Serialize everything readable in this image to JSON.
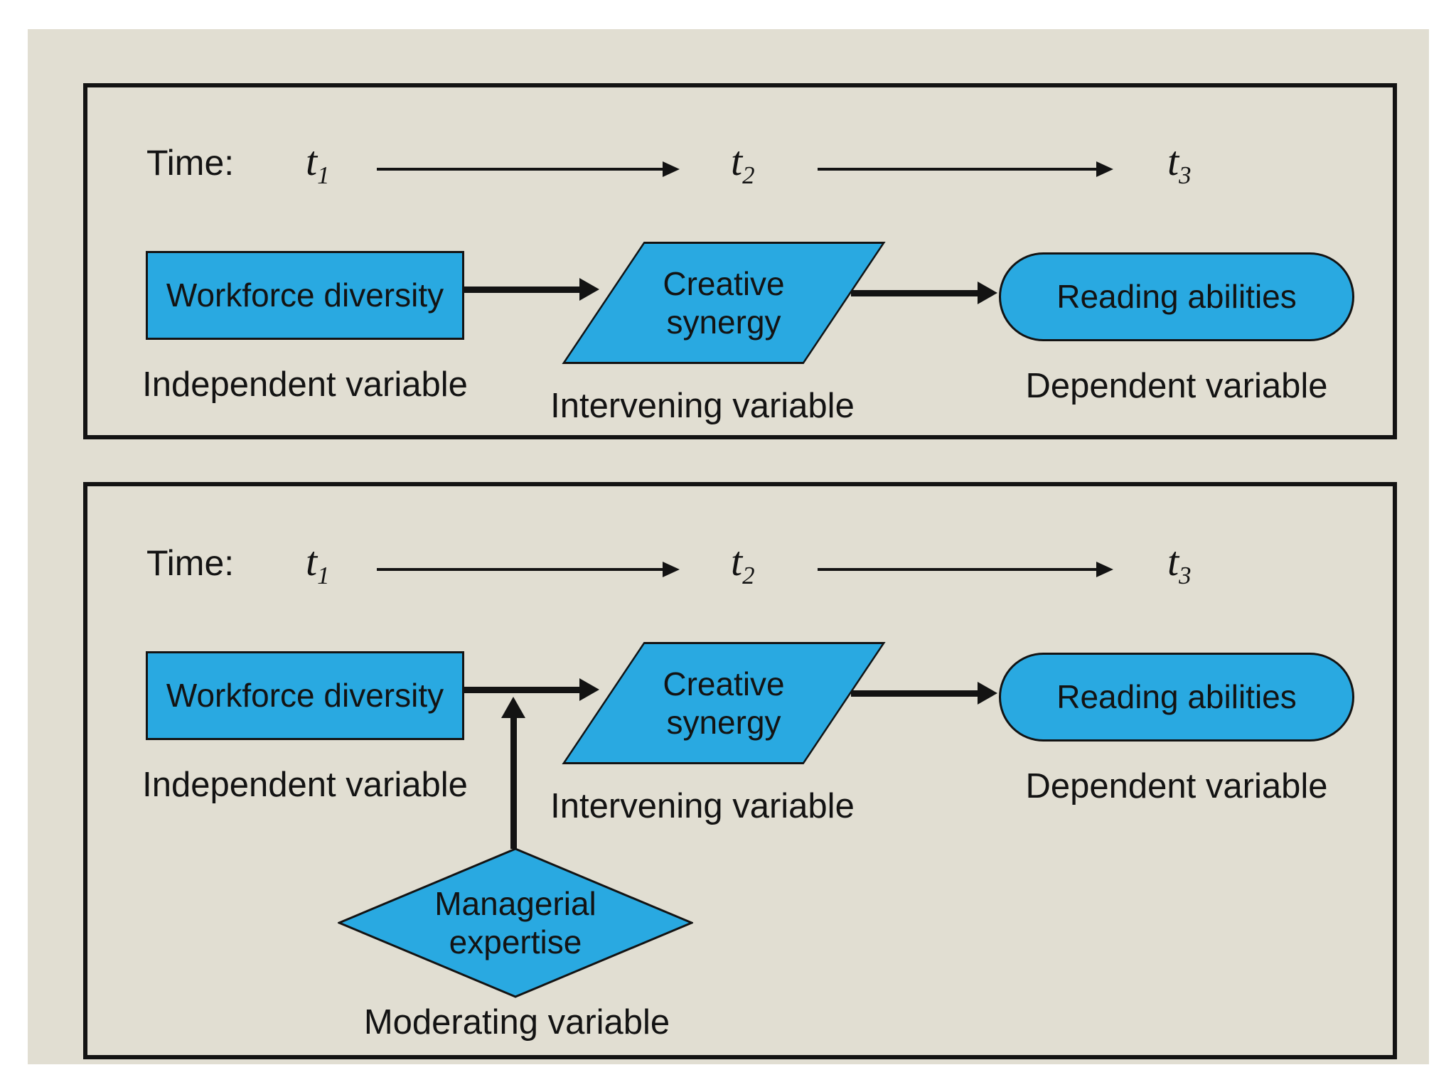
{
  "figure": {
    "time_label": "Time:",
    "timepoints": [
      {
        "base": "t",
        "sub": "1"
      },
      {
        "base": "t",
        "sub": "2"
      },
      {
        "base": "t",
        "sub": "3"
      }
    ]
  },
  "panels": [
    {
      "name": "without-moderator",
      "nodes": {
        "independent": {
          "label": "Workforce diversity",
          "shape": "rectangle",
          "category": "Independent variable"
        },
        "intervening": {
          "line1": "Creative",
          "line2": "synergy",
          "shape": "parallelogram",
          "category": "Intervening variable"
        },
        "dependent": {
          "label": "Reading abilities",
          "shape": "rounded-rectangle",
          "category": "Dependent variable"
        }
      }
    },
    {
      "name": "with-moderator",
      "nodes": {
        "independent": {
          "label": "Workforce diversity",
          "shape": "rectangle",
          "category": "Independent variable"
        },
        "intervening": {
          "line1": "Creative",
          "line2": "synergy",
          "shape": "parallelogram",
          "category": "Intervening variable"
        },
        "dependent": {
          "label": "Reading abilities",
          "shape": "rounded-rectangle",
          "category": "Dependent variable"
        },
        "moderating": {
          "line1": "Managerial",
          "line2": "expertise",
          "shape": "diamond",
          "category": "Moderating variable"
        }
      }
    }
  ],
  "colors": {
    "page_background": "#ffffff",
    "canvas_background": "#e1ded2",
    "shape_fill": "#29a9e1",
    "ink": "#131313"
  }
}
